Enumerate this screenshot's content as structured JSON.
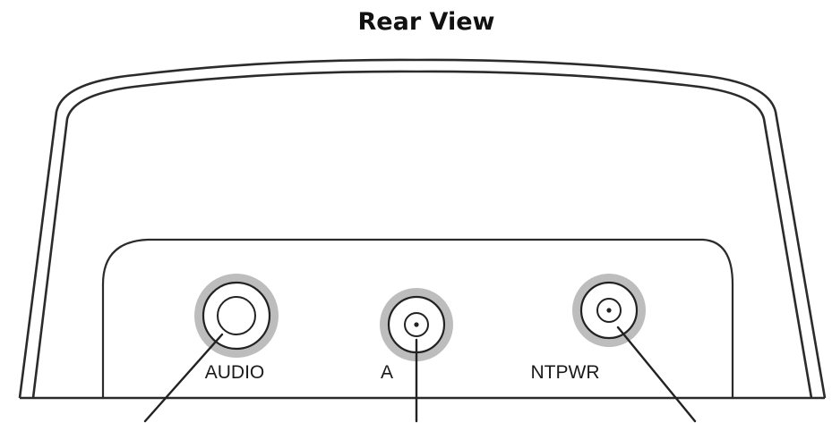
{
  "title": "Rear View",
  "ports": [
    {
      "id": "audio",
      "label": "AUDIO",
      "kind": "audio-jack"
    },
    {
      "id": "a",
      "label": "A",
      "kind": "coax-connector"
    },
    {
      "id": "ntpwr",
      "label": "NTPWR",
      "kind": "coax-connector"
    }
  ],
  "colors": {
    "line": "#2b2b2b",
    "halo": "#bdbdbd",
    "text": "#1a1a1a"
  }
}
